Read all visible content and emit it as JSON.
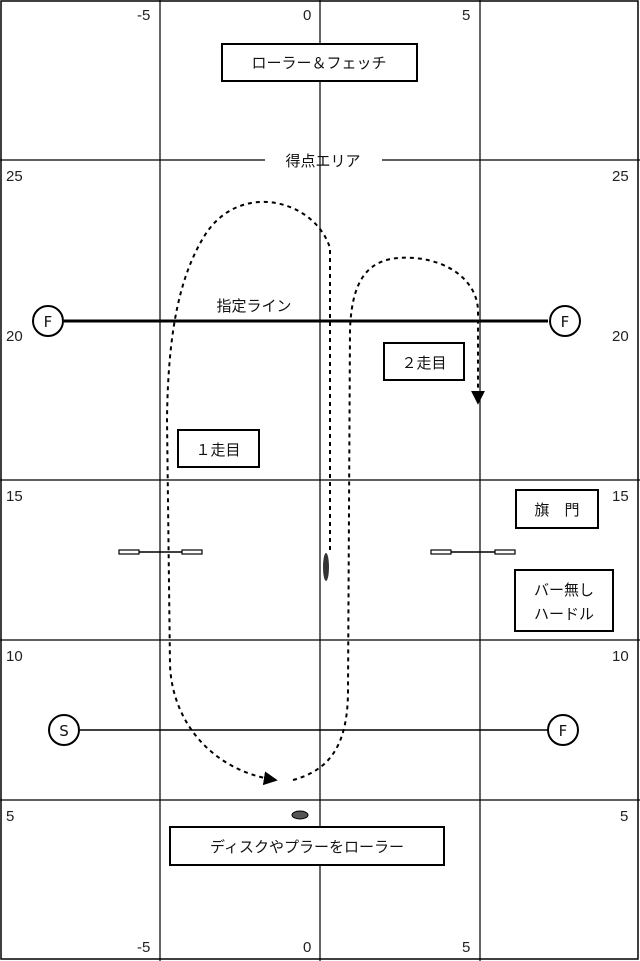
{
  "axis": {
    "x_top": [
      "-5",
      "0",
      "5"
    ],
    "x_bottom": [
      "-5",
      "0",
      "5"
    ],
    "y_left": [
      "25",
      "20",
      "15",
      "10",
      "5"
    ],
    "y_right": [
      "25",
      "20",
      "15",
      "10",
      "5"
    ]
  },
  "labels": {
    "roller_fetch": "ローラー＆フェッチ",
    "scoring_area": "得点エリア",
    "designated_line": "指定ライン",
    "run_2": "２走目",
    "run_1": "１走目",
    "flag_gate": "旗　門",
    "hurdle_line1": "バー無し",
    "hurdle_line2": "ハードル",
    "bottom_instruction": "ディスクやプラーをローラー"
  },
  "markers": {
    "f": "F",
    "s": "S"
  }
}
